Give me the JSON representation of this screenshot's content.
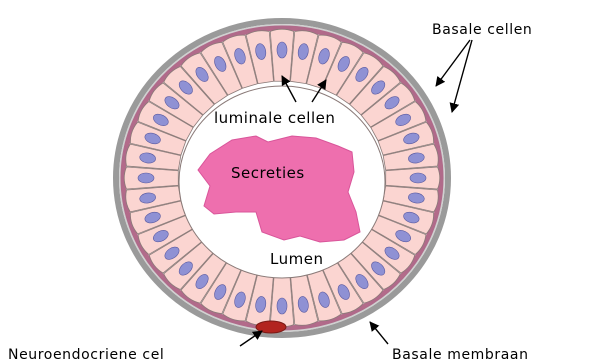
{
  "labels": {
    "basal_cells": "Basale cellen",
    "luminal_cells": "luminale cellen",
    "secretions": "Secreties",
    "lumen": "Lumen",
    "neuroendocrine_cell": "Neuroendocriene cel",
    "basal_membrane": "Basale membraan"
  },
  "colors": {
    "cell_fill": "#fbd5d1",
    "cell_stroke": "#8a7a78",
    "nucleus": "#8f91d4",
    "nucleus_stroke": "#5a5aa0",
    "basal_layer": "#b36b8a",
    "membrane": "#b8b8b8",
    "secretion": "#ee6fae",
    "neuroendocrine": "#b2241f"
  },
  "structure": {
    "luminal_cell_count": 40
  }
}
